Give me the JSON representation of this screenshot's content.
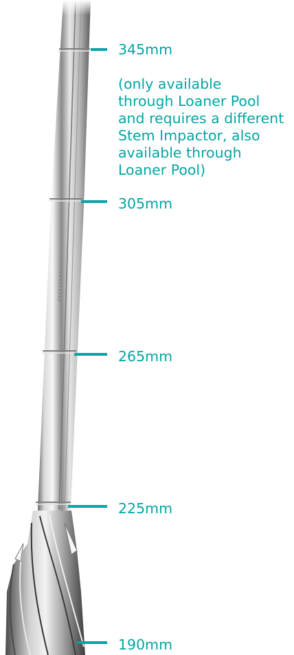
{
  "accent_color": "#00a6a3",
  "markers": [
    {
      "id": "345",
      "label": "345mm",
      "note": "(only available\nthrough Loaner Pool\nand requires a different\nStem Impactor, also\navailable through\nLoaner Pool)"
    },
    {
      "id": "305",
      "label": "305mm"
    },
    {
      "id": "265",
      "label": "265mm"
    },
    {
      "id": "225",
      "label": "225mm"
    },
    {
      "id": "190",
      "label": "190mm"
    }
  ]
}
